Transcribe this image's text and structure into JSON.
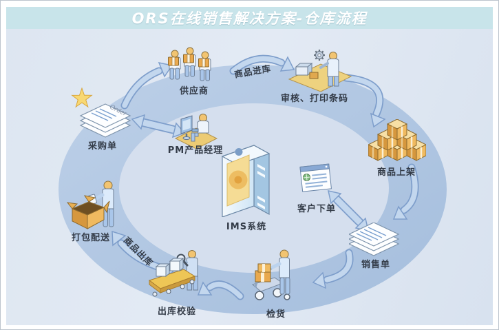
{
  "header": {
    "title": "ORS在线销售解决方案-仓库流程"
  },
  "nodes": {
    "supplier": {
      "label": "供应商"
    },
    "inspect_print_barcode": {
      "label": "审核、打印条码"
    },
    "put_on_shelf": {
      "label": "商品上架"
    },
    "customer_order": {
      "label": "客户下单"
    },
    "sales_order": {
      "label": "销售单"
    },
    "picking": {
      "label": "检货"
    },
    "outbound_check": {
      "label": "出库校验"
    },
    "packing_delivery": {
      "label": "打包配送"
    },
    "purchase_order": {
      "label": "采购单",
      "paper_text": "Order"
    },
    "product_manager": {
      "label": "PM产品经理"
    },
    "ims_system": {
      "label": "IMS系统"
    }
  },
  "flow_labels": {
    "goods_inbound": {
      "label": "商品进库"
    },
    "goods_outbound": {
      "label": "商品出库"
    }
  },
  "colors": {
    "header_bg": "#c8e4ea",
    "canvas_bg": "#dde6f1",
    "ring_band": "#aec5e1",
    "ring_inner": "#d5dfee",
    "arrow_fill": "#c3d7ee",
    "arrow_outline": "#7e9ecb",
    "crate_orange": "#f0ba60",
    "floor_yellow": "#eed27f",
    "title_text": "#ffffff",
    "label_text": "#333b47"
  }
}
